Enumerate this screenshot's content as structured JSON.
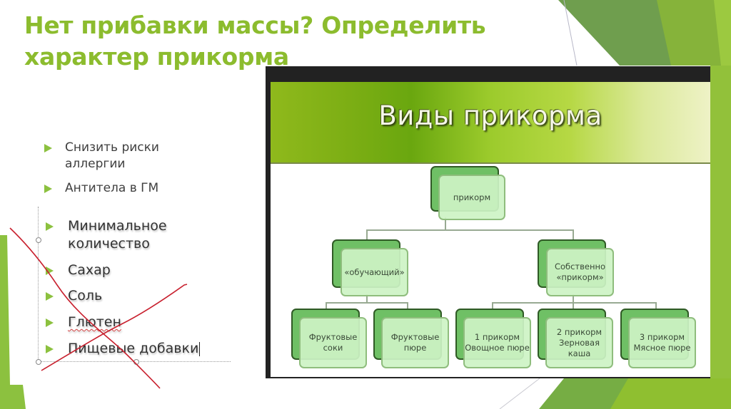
{
  "slide": {
    "title": "Нет прибавки массы? Определить характер прикорма",
    "colors": {
      "title": "#8cbc2e",
      "bullet_marker": "#8cc13f",
      "deco_green_dark": "#6f9e4e",
      "deco_green_light": "#92c13a",
      "scribble_red": "#c8202e"
    }
  },
  "bullets_top": [
    {
      "text": "Снизить риски аллергии"
    },
    {
      "text": "Антитела в ГМ"
    }
  ],
  "bullets_edited": [
    {
      "text": "Минимальное количество"
    },
    {
      "text": "Сахар"
    },
    {
      "text": "Соль"
    },
    {
      "text": "Глютен"
    },
    {
      "text": "Пищевые добавки"
    }
  ],
  "picture": {
    "banner_title": "Виды прикорма",
    "tree": {
      "root": {
        "lines": [
          "прикорм"
        ]
      },
      "level2": [
        {
          "lines": [
            "«обучающий»"
          ]
        },
        {
          "lines": [
            "Собственно",
            "«прикорм»"
          ]
        }
      ],
      "level3": [
        {
          "lines": [
            "Фруктовые",
            "соки"
          ]
        },
        {
          "lines": [
            "Фруктовые",
            "пюре"
          ]
        },
        {
          "lines": [
            "1 прикорм",
            "Овощное пюре"
          ]
        },
        {
          "lines": [
            "2 прикорм",
            "Зерновая",
            "каша"
          ]
        },
        {
          "lines": [
            "3 прикорм",
            "Мясное пюре"
          ]
        }
      ]
    }
  }
}
